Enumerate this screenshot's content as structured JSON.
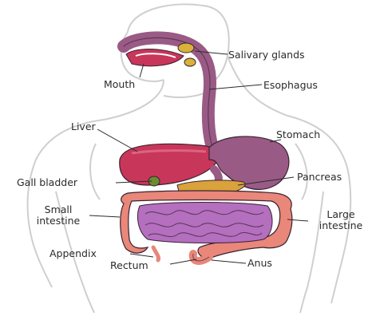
{
  "diagram": {
    "labels": {
      "salivary_glands": "Salivary glands",
      "mouth": "Mouth",
      "esophagus": "Esophagus",
      "liver": "Liver",
      "stomach": "Stomach",
      "gall_bladder": "Gall bladder",
      "pancreas": "Pancreas",
      "small_intestine_line1": "Small",
      "small_intestine_line2": "intestine",
      "large_intestine_line1": "Large",
      "large_intestine_line2": "intestine",
      "appendix": "Appendix",
      "rectum": "Rectum",
      "anus": "Anus"
    },
    "colors": {
      "outline": "#c9c9c9",
      "esophagus": "#9a5a86",
      "liver": "#c8365a",
      "stomach": "#9a5a86",
      "pancreas": "#d9a23a",
      "gall_bladder": "#6b8b2f",
      "small_intestine": "#b46fbf",
      "large_intestine": "#e8877a",
      "salivary": "#d9b23a"
    }
  }
}
